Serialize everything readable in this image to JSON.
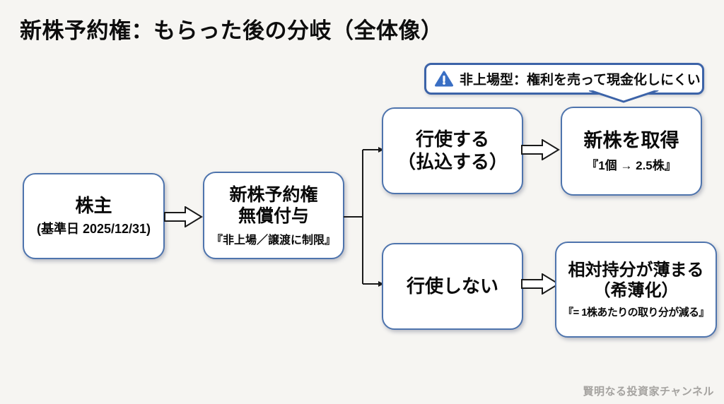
{
  "title": "新株予約権：もらった後の分岐（全体像）",
  "callout": {
    "icon": "warning-triangle-icon",
    "text": "非上場型：権利を売って現金化しにくい"
  },
  "nodes": {
    "shareholder": {
      "title": "株主",
      "note": "(基準日 2025/12/31)"
    },
    "grant": {
      "line1": "新株予約権",
      "line2": "無償付与",
      "note": "『非上場／譲渡に制限』"
    },
    "exercise": {
      "line1": "行使する",
      "line2": "（払込する）"
    },
    "acquire": {
      "title": "新株を取得",
      "note": "『1個 → 2.5株』"
    },
    "no_exercise": {
      "title": "行使しない"
    },
    "dilution": {
      "line1": "相対持分が薄まる",
      "line2": "（希薄化）",
      "note": "『= 1株あたりの取り分が減る』"
    }
  },
  "watermark": "賢明なる投資家チャンネル",
  "colors": {
    "background": "#f6f5f2",
    "box_border_blue": "#4e74ad",
    "callout_border_blue": "#3c63a8",
    "warning_icon_blue": "#3a6fc4",
    "arrow_outline": "#1a1a1a",
    "watermark_gray": "#a5a3a0"
  }
}
